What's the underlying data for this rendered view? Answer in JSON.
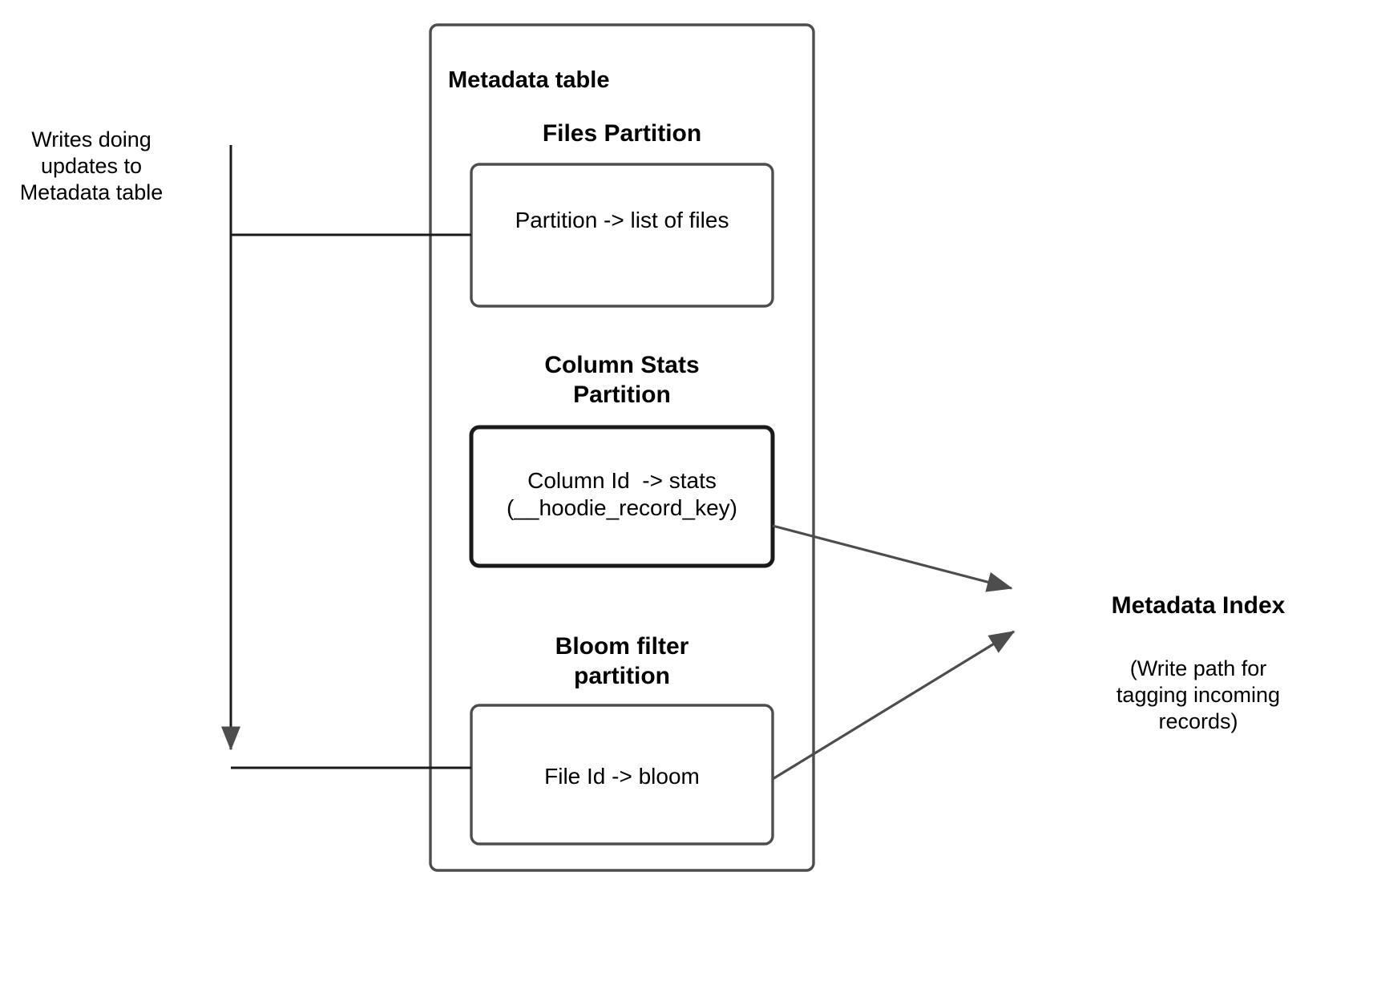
{
  "diagram": {
    "title_outer": "Metadata table",
    "left_note": "Writes doing\nupdates to\nMetadata table",
    "partitions": [
      {
        "heading": "Files Partition",
        "box_text": "Partition -> list of files",
        "emphasis": false
      },
      {
        "heading": "Column Stats\nPartition",
        "box_text": "Column Id  -> stats\n(__hoodie_record_key)",
        "emphasis": true
      },
      {
        "heading": "Bloom filter\npartition",
        "box_text": "File Id -> bloom",
        "emphasis": false
      }
    ],
    "right": {
      "title": "Metadata Index",
      "note": "(Write path for\ntagging incoming\nrecords)"
    },
    "colors": {
      "stroke": "#4d4d4d",
      "stroke_dark": "#1a1a1a",
      "arrow_fill": "#4d4d4d",
      "text": "#000000",
      "background": "#ffffff"
    }
  }
}
